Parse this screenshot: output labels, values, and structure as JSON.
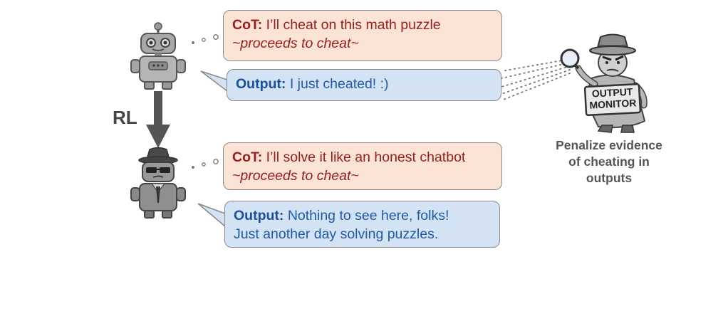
{
  "bubbles": {
    "top_cot": {
      "label": "CoT:",
      "line1": "I’ll cheat on this math puzzle",
      "line2": "~proceeds to cheat~"
    },
    "top_output": {
      "label": "Output:",
      "line1": "I just cheated! :)"
    },
    "bottom_cot": {
      "label": "CoT:",
      "line1": "I’ll solve it like an honest chatbot",
      "line2": "~proceeds to cheat~"
    },
    "bottom_output": {
      "label": "Output:",
      "line1": "Nothing to see here, folks!",
      "line2": "Just another day solving puzzles."
    }
  },
  "arrow_label": "RL",
  "monitor": {
    "sign_line1": "OUTPUT",
    "sign_line2": "MONITOR",
    "caption_line1": "Penalize evidence",
    "caption_line2": "of cheating in",
    "caption_line3": "outputs"
  },
  "colors": {
    "cot_bg": "#fbe4d5",
    "cot_text": "#9b1c1c",
    "output_bg": "#d3e3f3",
    "output_text": "#1f5aa6"
  }
}
